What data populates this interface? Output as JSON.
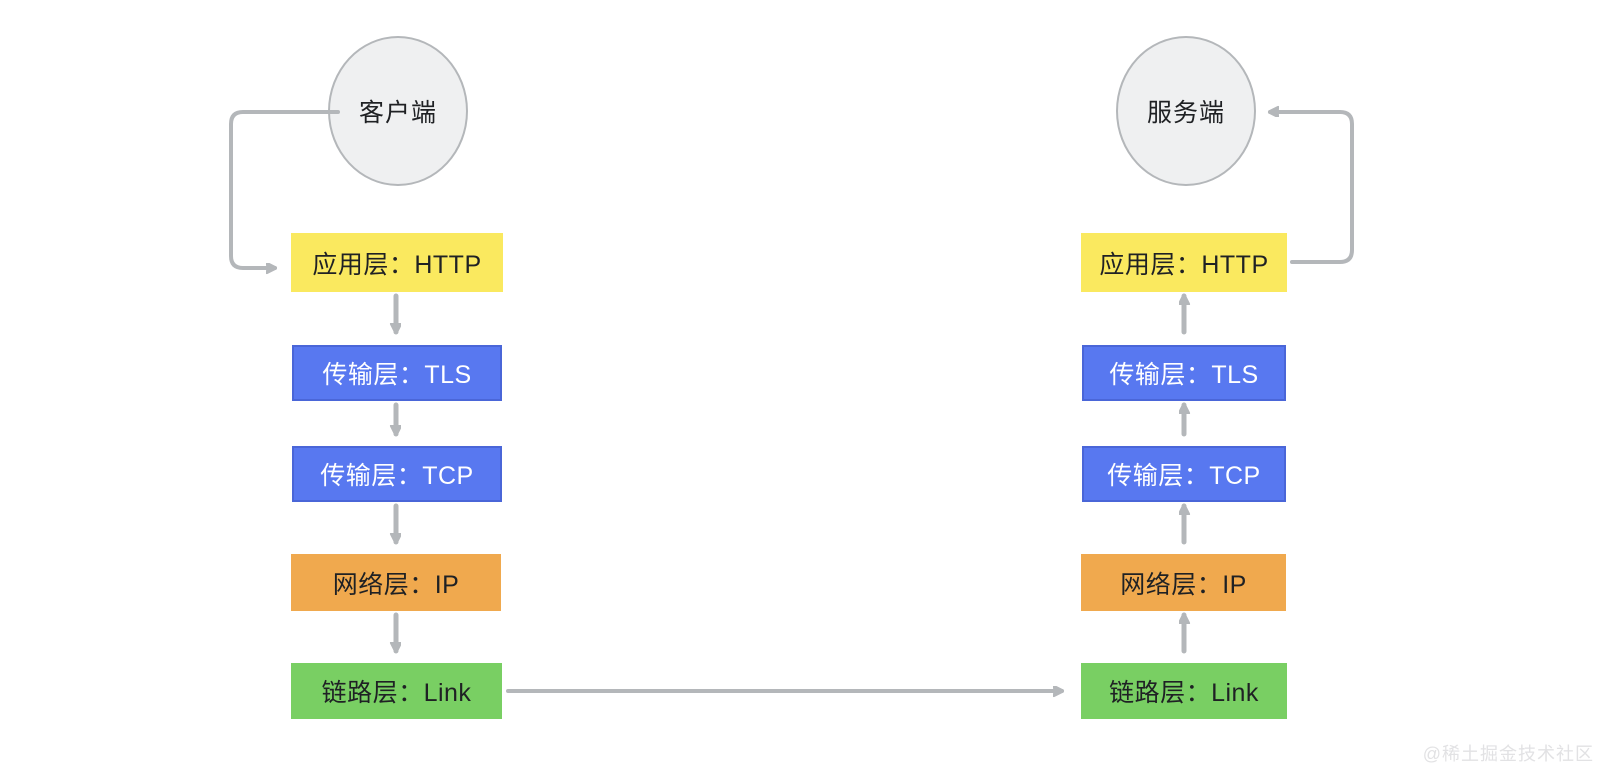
{
  "diagram": {
    "title_nodes": {
      "client": "客户端",
      "server": "服务端"
    },
    "colors": {
      "application": "#fae95f",
      "transport": "#5878f0",
      "transport_border": "#4a66d8",
      "network": "#f0a94e",
      "link": "#79cf63",
      "arrow": "#b4b7ba",
      "circle_fill": "#eff0f1",
      "circle_border": "#b4b7ba",
      "dark_text": "#1f2124",
      "light_text": "#ffffff",
      "watermark": "#e2e2e4"
    },
    "client_stack": [
      {
        "label": "应用层：HTTP",
        "layer": "application"
      },
      {
        "label": "传输层：TLS",
        "layer": "transport"
      },
      {
        "label": "传输层：TCP",
        "layer": "transport"
      },
      {
        "label": "网络层：IP",
        "layer": "network"
      },
      {
        "label": "链路层：Link",
        "layer": "link"
      }
    ],
    "server_stack": [
      {
        "label": "应用层：HTTP",
        "layer": "application"
      },
      {
        "label": "传输层：TLS",
        "layer": "transport"
      },
      {
        "label": "传输层：TCP",
        "layer": "transport"
      },
      {
        "label": "网络层：IP",
        "layer": "network"
      },
      {
        "label": "链路层：Link",
        "layer": "link"
      }
    ],
    "flow": {
      "client_direction": "down",
      "server_direction": "up",
      "link_direction": "left-to-right"
    }
  },
  "watermark": {
    "text": "@稀土掘金技术社区"
  }
}
